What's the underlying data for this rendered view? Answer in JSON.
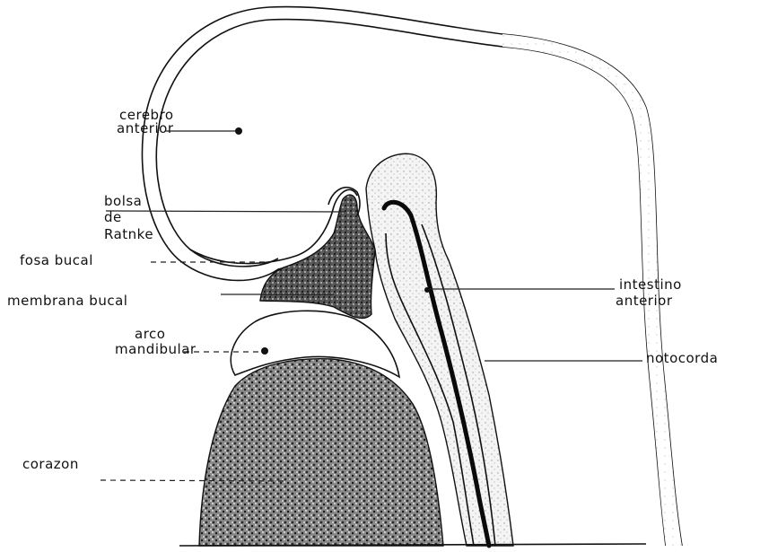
{
  "labels": {
    "cerebro_1": "cerebro",
    "cerebro_2": "anterior",
    "bolsa_1": "bolsa",
    "bolsa_2": "de",
    "bolsa_3": "Ratnke",
    "fosa_bucal": "fosa bucal",
    "membrana_bucal": "membrana bucal",
    "arco_1": "arco",
    "arco_2": "mandibular",
    "corazon": "corazon",
    "intestino_1": "intestino",
    "intestino_2": "anterior",
    "notocorda": "notocorda"
  },
  "colors": {
    "ink": "#111111",
    "stipple_dark": "#3a3a3a",
    "stipple_light": "#cfcfcf"
  }
}
